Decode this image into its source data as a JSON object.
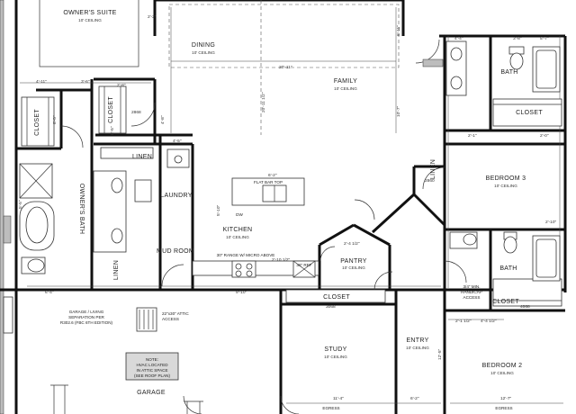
{
  "rooms": {
    "owners_suite": {
      "name": "OWNER'S SUITE",
      "ceiling": "10' CEILING"
    },
    "dining": {
      "name": "DINING",
      "ceiling": "10' CEILING"
    },
    "family": {
      "name": "FAMILY",
      "ceiling": "10' CEILING"
    },
    "bath_top": {
      "name": "BATH"
    },
    "closet_bath_top": {
      "name": "CLOSET"
    },
    "bedroom3": {
      "name": "BEDROOM 3",
      "ceiling": "10' CEILING"
    },
    "closet_os_left": {
      "name": "CLOSET"
    },
    "closet_os_mid": {
      "name": "CLOSET"
    },
    "linen_left": {
      "name": "LINEN"
    },
    "laundry": {
      "name": "LAUNDRY"
    },
    "kitchen": {
      "name": "KITCHEN",
      "ceiling": "10' CEILING"
    },
    "mudroom": {
      "name": "MUD ROOM"
    },
    "owners_bath": {
      "name": "OWNER'S BATH"
    },
    "linen_bed3": {
      "name": "LINEN"
    },
    "bath_bottom": {
      "name": "BATH"
    },
    "closet_bath_bottom": {
      "name": "CLOSET"
    },
    "pantry": {
      "name": "PANTRY",
      "ceiling": "10' CEILING"
    },
    "linen_mud": {
      "name": "LINEN"
    },
    "closet_study": {
      "name": "CLOSET"
    },
    "study": {
      "name": "STUDY",
      "ceiling": "10' CEILING"
    },
    "entry": {
      "name": "ENTRY",
      "ceiling": "10' CEILING"
    },
    "bedroom2": {
      "name": "BEDROOM 2",
      "ceiling": "10' CEILING"
    },
    "garage": {
      "name": "GARAGE"
    },
    "closet_bed2": {
      "name": "CLOSET"
    }
  },
  "notes": {
    "garage_sep": [
      "GARAGE / LIVING",
      "SEPARATION PER",
      "R302.6 (FBC 6TH EDITION)"
    ],
    "hvac": [
      "NOTE:",
      "HVAC LOCATED",
      "IN ATTIC SPACE",
      "(SEE ROOF PLAN)"
    ],
    "attic_access": [
      "22\"x30\" ATTIC",
      "ACCESS"
    ],
    "flat_bar_top": "FLAT BAR TOP",
    "range": "30\" RANGE W/ MICRO ABOVE",
    "ref": "36\" REF",
    "handicap": [
      "3/4\" MIN.",
      "HANDICAP",
      "ACCESS"
    ],
    "egress": "EGRESS",
    "dw": "DW"
  },
  "dims": {
    "d1": "2'-2\"",
    "d2": "2'-8\"",
    "d3": "20'-11\"",
    "d4": "20'-11 1/2\"",
    "d5": "10'-7\"",
    "d6": "6'-11\"",
    "d7": "4'-11\"",
    "d8": "3'-6\"",
    "d9": "8'-5\"",
    "d10": "4'-5\"",
    "d11": "6'-2\"",
    "d12": "4'-4\"",
    "d13": "3'-8\"",
    "d14": "5'-7\"",
    "d15": "6'-4\"",
    "d16": "9'-10\"",
    "d17": "4'-4 1/2\"",
    "d18": "11'-4\"",
    "d19": "12'-7\"",
    "d20": "2'-10\"",
    "d21": "5'-5\"",
    "d22": "2'-4 1/2\"",
    "d23": "6'-2\"",
    "d24": "2'-1 1/2\"",
    "d25": "8'-5\"",
    "d26": "12'-5\"",
    "d27": "4'-8\"",
    "d28": "2'-1\"",
    "d29": "2'-10 1/2\"",
    "d30": "2868",
    "d31": "2860",
    "d32": "3068",
    "d33": "4068",
    "d34": "2'-0\"",
    "d35": "5'-10\""
  }
}
